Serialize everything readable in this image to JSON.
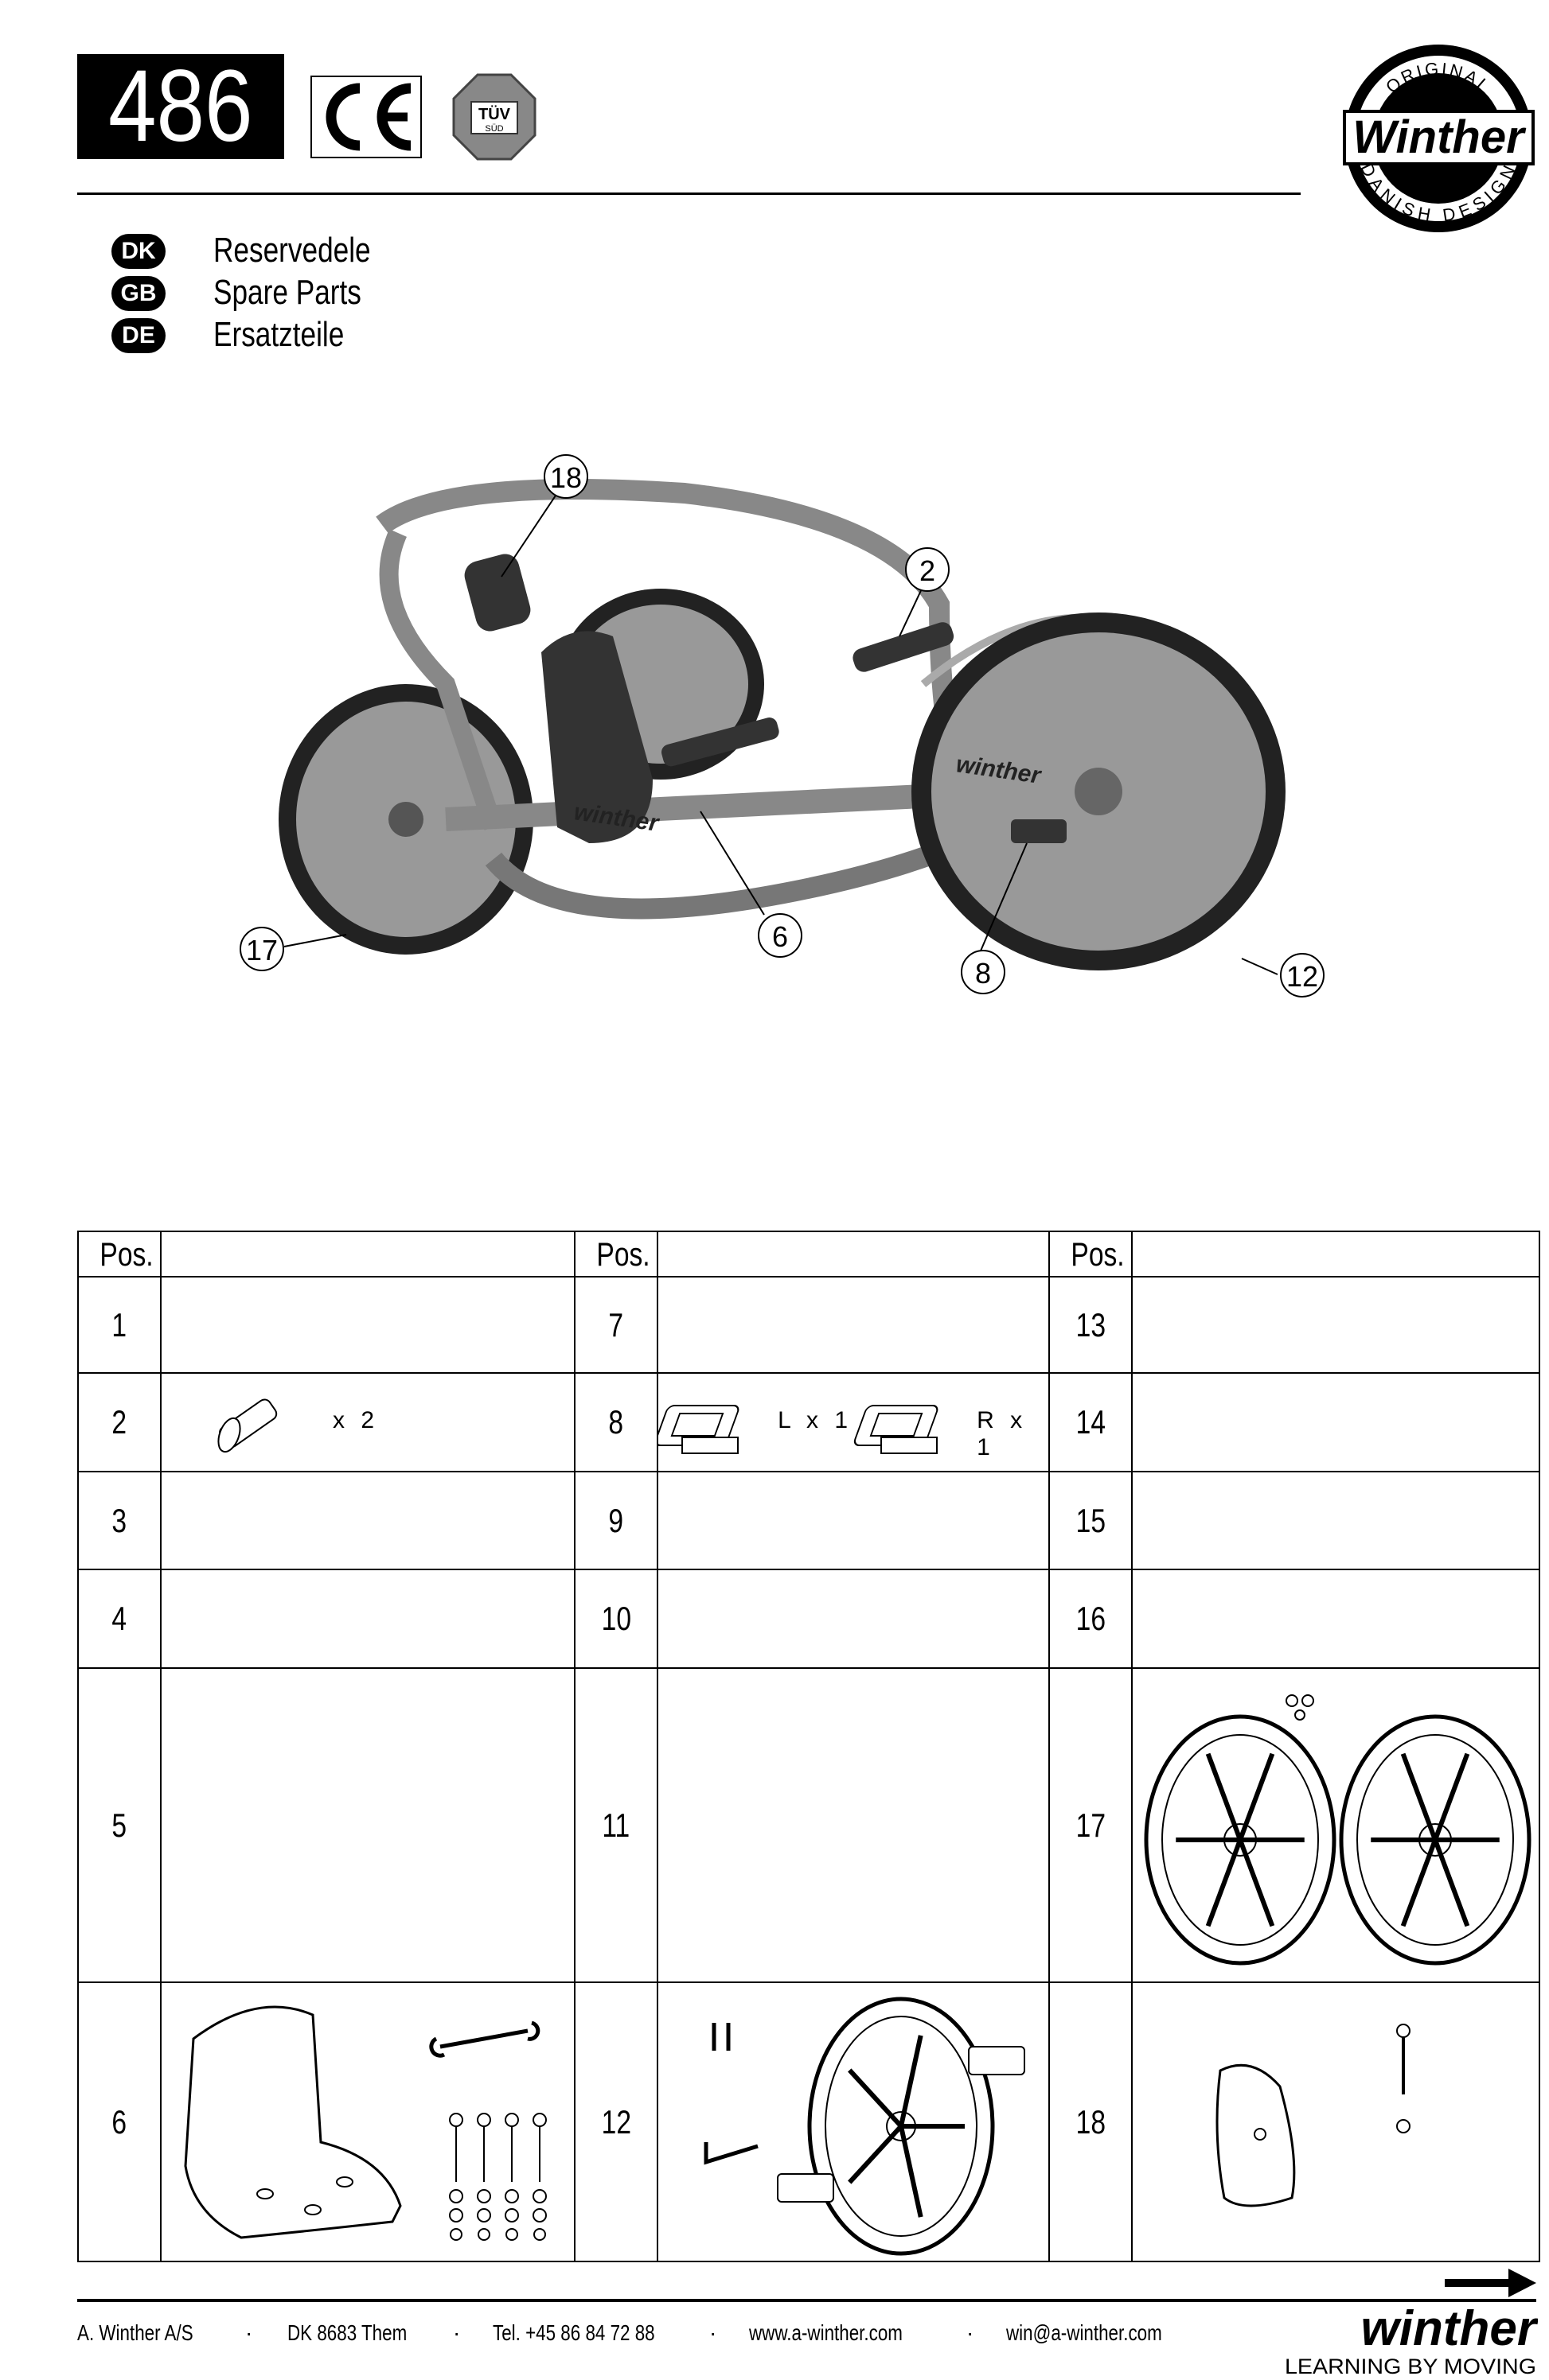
{
  "header": {
    "model_number": "486",
    "ce_mark": "CE",
    "tuv_mark": {
      "line1": "TÜV",
      "line2": "SÜD"
    },
    "brand_seal": {
      "top": "ORIGINAL",
      "name": "Winther",
      "bottom": "DANISH DESIGN"
    }
  },
  "languages": [
    {
      "code": "DK",
      "title": "Reservedele"
    },
    {
      "code": "GB",
      "title": "Spare Parts"
    },
    {
      "code": "DE",
      "title": "Ersatzteile"
    }
  ],
  "illustration": {
    "frame_text": "winther",
    "callouts": [
      "18",
      "2",
      "17",
      "6",
      "8",
      "12"
    ]
  },
  "table": {
    "header": [
      "Pos.",
      "Pos.",
      "Pos."
    ],
    "rows": [
      [
        {
          "pos": "1"
        },
        {
          "pos": "7"
        },
        {
          "pos": "13"
        }
      ],
      [
        {
          "pos": "2",
          "part": "handle-grip",
          "qty": "x 2"
        },
        {
          "pos": "8",
          "part": "pedals",
          "qty_left": "L x 1",
          "qty_right": "R x 1"
        },
        {
          "pos": "14"
        }
      ],
      [
        {
          "pos": "3"
        },
        {
          "pos": "9"
        },
        {
          "pos": "15"
        }
      ],
      [
        {
          "pos": "4"
        },
        {
          "pos": "10"
        },
        {
          "pos": "16"
        }
      ],
      [
        {
          "pos": "5"
        },
        {
          "pos": "11"
        },
        {
          "pos": "17",
          "part": "rear-wheels"
        }
      ],
      [
        {
          "pos": "6",
          "part": "seat-kit"
        },
        {
          "pos": "12",
          "part": "front-wheel-assembly"
        },
        {
          "pos": "18",
          "part": "headrest"
        }
      ]
    ]
  },
  "footer": {
    "company": "A. Winther A/S",
    "address": "DK 8683 Them",
    "phone": "Tel. +45 86 84 72 88",
    "website": "www.a-winther.com",
    "email": "win@a-winther.com",
    "separator": "·",
    "logo_name": "winther",
    "tagline": "LEARNING BY MOVING"
  }
}
